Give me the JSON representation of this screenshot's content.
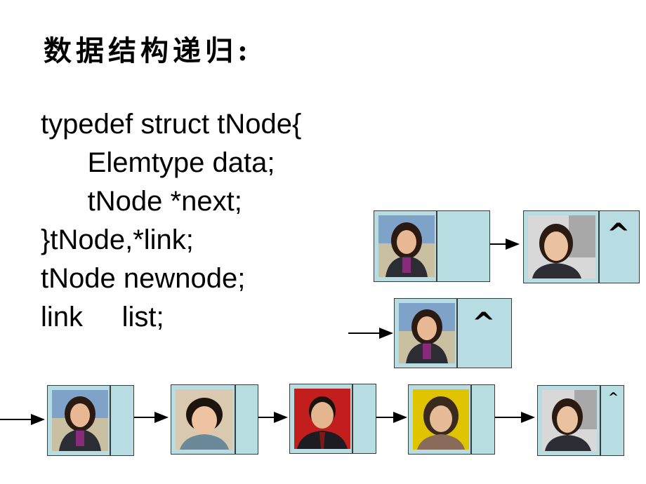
{
  "title": "数据结构递归:",
  "code": [
    "typedef struct tNode{",
    "      Elemtype data;",
    "      tNode *next;",
    "}tNode,*link;",
    "tNode newnode;",
    "link     list;"
  ],
  "null_symbol": "^",
  "colors": {
    "node_fill": "#b7dde3",
    "border": "#3a3a3a"
  }
}
